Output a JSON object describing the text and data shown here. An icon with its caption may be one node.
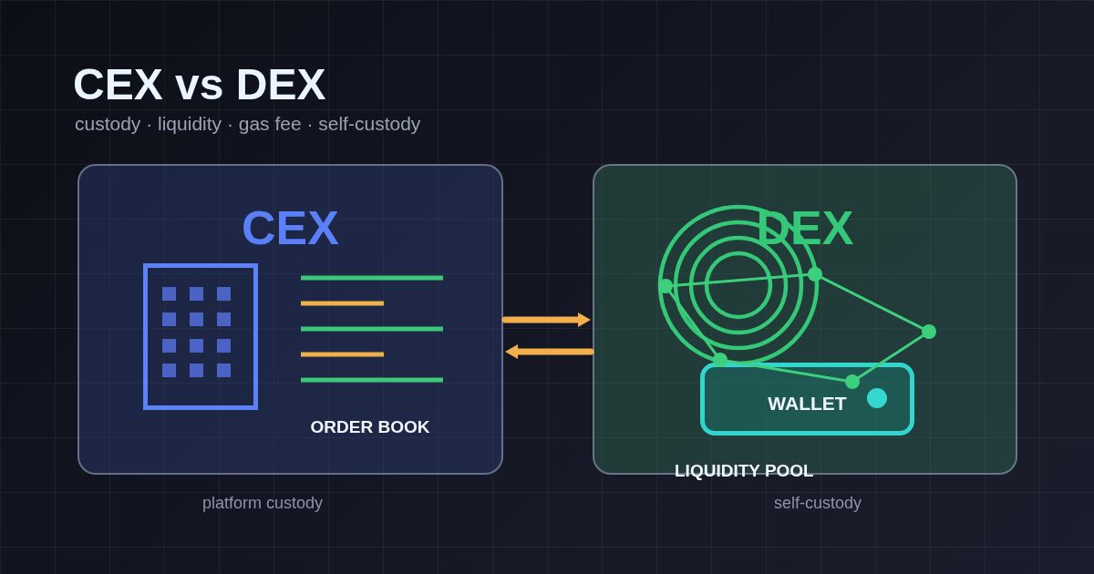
{
  "diagram": {
    "title": "CEX vs DEX",
    "nodes": [
      {
        "text": [
          "CEX"
        ],
        "beside": [
          "platform custody"
        ]
      },
      {
        "text": [
          "DEX"
        ],
        "beside": [
          "self-custody"
        ]
      },
      {
        "text": [
          "WALLET"
        ],
        "in": 1
      },
      {
        "text": [],
        "shape": "circle",
        "in": 1
      },
      {
        "text": [],
        "shape": "circle",
        "in": 1
      },
      {
        "text": [],
        "shape": "circle",
        "in": 1
      },
      {
        "text": [],
        "shape": "circle",
        "in": 2
      },
      {
        "text": [],
        "shape": "circle",
        "in": 1
      }
    ],
    "edges": [
      {
        "from": 0,
        "to": 1,
        "arrow": "to",
        "style": "thick",
        "color": "#f2b04c"
      },
      {
        "from": 1,
        "to": 0,
        "arrow": "to",
        "style": "thick",
        "color": "#f2b04c"
      },
      {
        "from": 3,
        "to": 4,
        "arrow": "none"
      },
      {
        "from": 4,
        "to": 5,
        "arrow": "none"
      },
      {
        "from": 5,
        "to": 6,
        "arrow": "none"
      },
      {
        "from": 6,
        "to": 7,
        "arrow": "none"
      },
      {
        "from": 7,
        "to": 3,
        "arrow": "none"
      }
    ],
    "labels": [
      "custody · liquidity · gas fee · self-custody",
      "ORDER BOOK",
      "LIQUIDITY POOL"
    ]
  }
}
